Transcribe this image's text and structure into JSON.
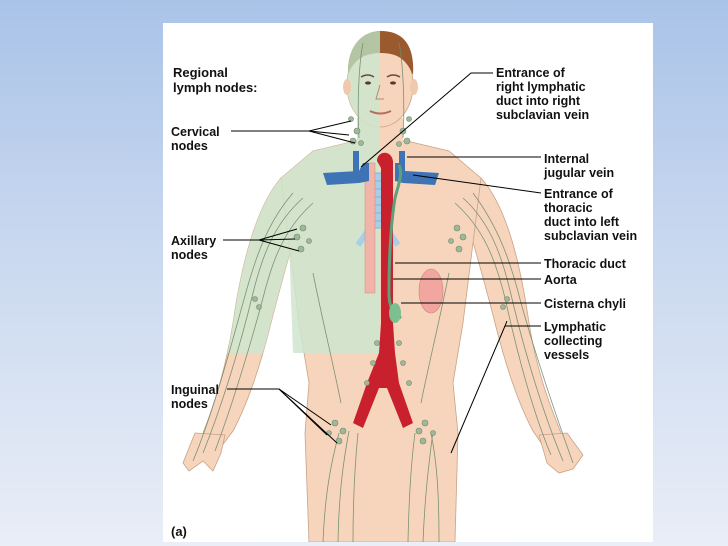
{
  "diagram": {
    "heading": "Regional\nlymph nodes:",
    "panel_label": "(a)",
    "labels": {
      "cervical": "Cervical\nnodes",
      "axillary": "Axillary\nnodes",
      "inguinal": "Inguinal\nnodes",
      "right_lymphatic": "Entrance of\nright lymphatic\nduct into right\nsubclavian vein",
      "internal_jugular": "Internal\njugular vein",
      "thoracic_entrance": "Entrance of\nthoracic\nduct into left\nsubclavian vein",
      "thoracic_duct": "Thoracic duct",
      "aorta": "Aorta",
      "cisterna": "Cisterna chyli",
      "lymphatic_vessels": "Lymphatic\ncollecting\nvessels"
    }
  },
  "colors": {
    "background_top": "#a9c3e8",
    "skin": "#f6d5bc",
    "drained_region": "#cfe6cf",
    "lymph_vessel": "#6f8a6b",
    "node": "#9fb89a",
    "aorta": "#c8202c",
    "vein": "#3e73b5",
    "trachea": "#a9cfe6",
    "hair": "#9b5a2e"
  }
}
